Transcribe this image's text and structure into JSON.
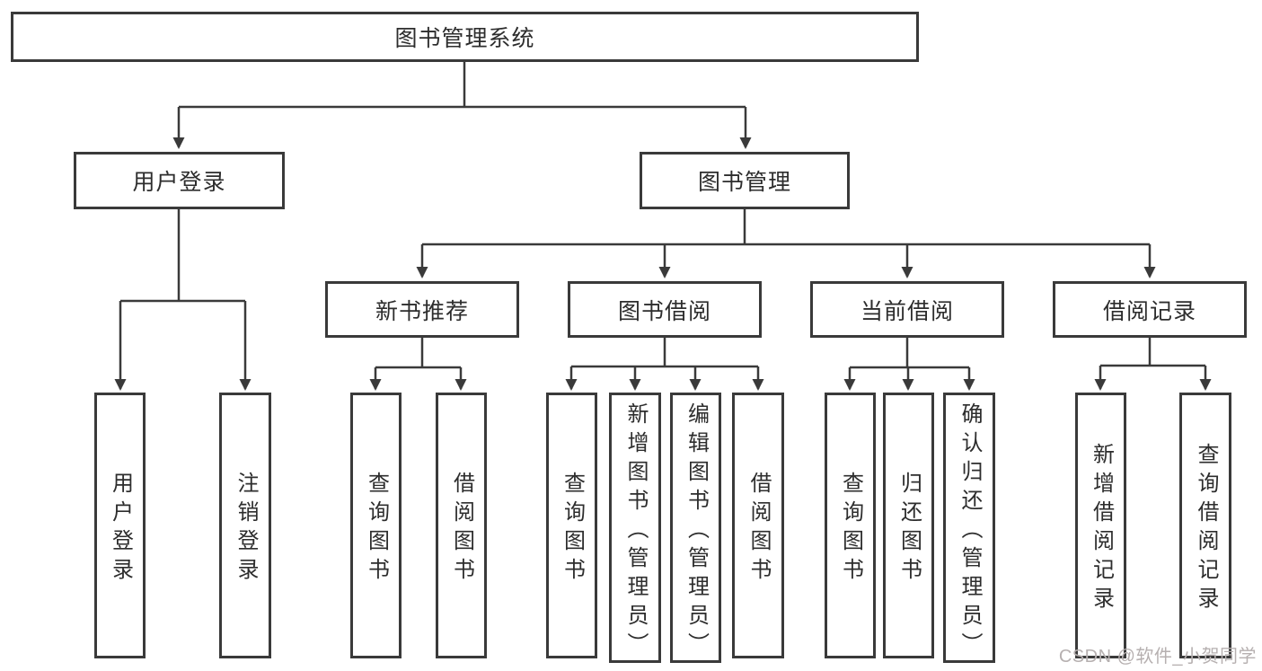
{
  "diagram": {
    "type": "hierarchy-tree",
    "levels": 4
  },
  "nodes": {
    "root": {
      "label": "图书管理系统"
    },
    "user_login": {
      "label": "用户登录"
    },
    "book_mgmt": {
      "label": "图书管理"
    },
    "new_book_rec": {
      "label": "新书推荐"
    },
    "book_borrow": {
      "label": "图书借阅"
    },
    "current_borrow": {
      "label": "当前借阅"
    },
    "borrow_records": {
      "label": "借阅记录"
    },
    "leaf_user_login": {
      "label": "用户登录"
    },
    "leaf_logout": {
      "label": "注销登录"
    },
    "leaf_query_book_1": {
      "label": "查询图书"
    },
    "leaf_borrow_book_1": {
      "label": "借阅图书"
    },
    "leaf_query_book_2": {
      "label": "查询图书"
    },
    "leaf_add_book": {
      "label": "新增图书（管理员）"
    },
    "leaf_edit_book": {
      "label": "编辑图书（管理员）"
    },
    "leaf_borrow_book_2": {
      "label": "借阅图书"
    },
    "leaf_query_book_3": {
      "label": "查询图书"
    },
    "leaf_return_book": {
      "label": "归还图书"
    },
    "leaf_confirm_return": {
      "label": "确认归还（管理员）"
    },
    "leaf_add_record": {
      "label": "新增借阅记录"
    },
    "leaf_query_record": {
      "label": "查询借阅记录"
    }
  },
  "edges": [
    [
      "root",
      "user_login"
    ],
    [
      "root",
      "book_mgmt"
    ],
    [
      "user_login",
      "leaf_user_login"
    ],
    [
      "user_login",
      "leaf_logout"
    ],
    [
      "book_mgmt",
      "new_book_rec"
    ],
    [
      "book_mgmt",
      "book_borrow"
    ],
    [
      "book_mgmt",
      "current_borrow"
    ],
    [
      "book_mgmt",
      "borrow_records"
    ],
    [
      "new_book_rec",
      "leaf_query_book_1"
    ],
    [
      "new_book_rec",
      "leaf_borrow_book_1"
    ],
    [
      "book_borrow",
      "leaf_query_book_2"
    ],
    [
      "book_borrow",
      "leaf_add_book"
    ],
    [
      "book_borrow",
      "leaf_edit_book"
    ],
    [
      "book_borrow",
      "leaf_borrow_book_2"
    ],
    [
      "current_borrow",
      "leaf_query_book_3"
    ],
    [
      "current_borrow",
      "leaf_return_book"
    ],
    [
      "current_borrow",
      "leaf_confirm_return"
    ],
    [
      "borrow_records",
      "leaf_add_record"
    ],
    [
      "borrow_records",
      "leaf_query_record"
    ]
  ],
  "watermark": {
    "text": "CSDN @软件_小贺同学"
  },
  "colors": {
    "background": "#ffffff",
    "line": "#3a3a3a",
    "box_border": "#3a3a3a",
    "text": "#2d2d2d",
    "watermark": "#b6b0b0"
  }
}
